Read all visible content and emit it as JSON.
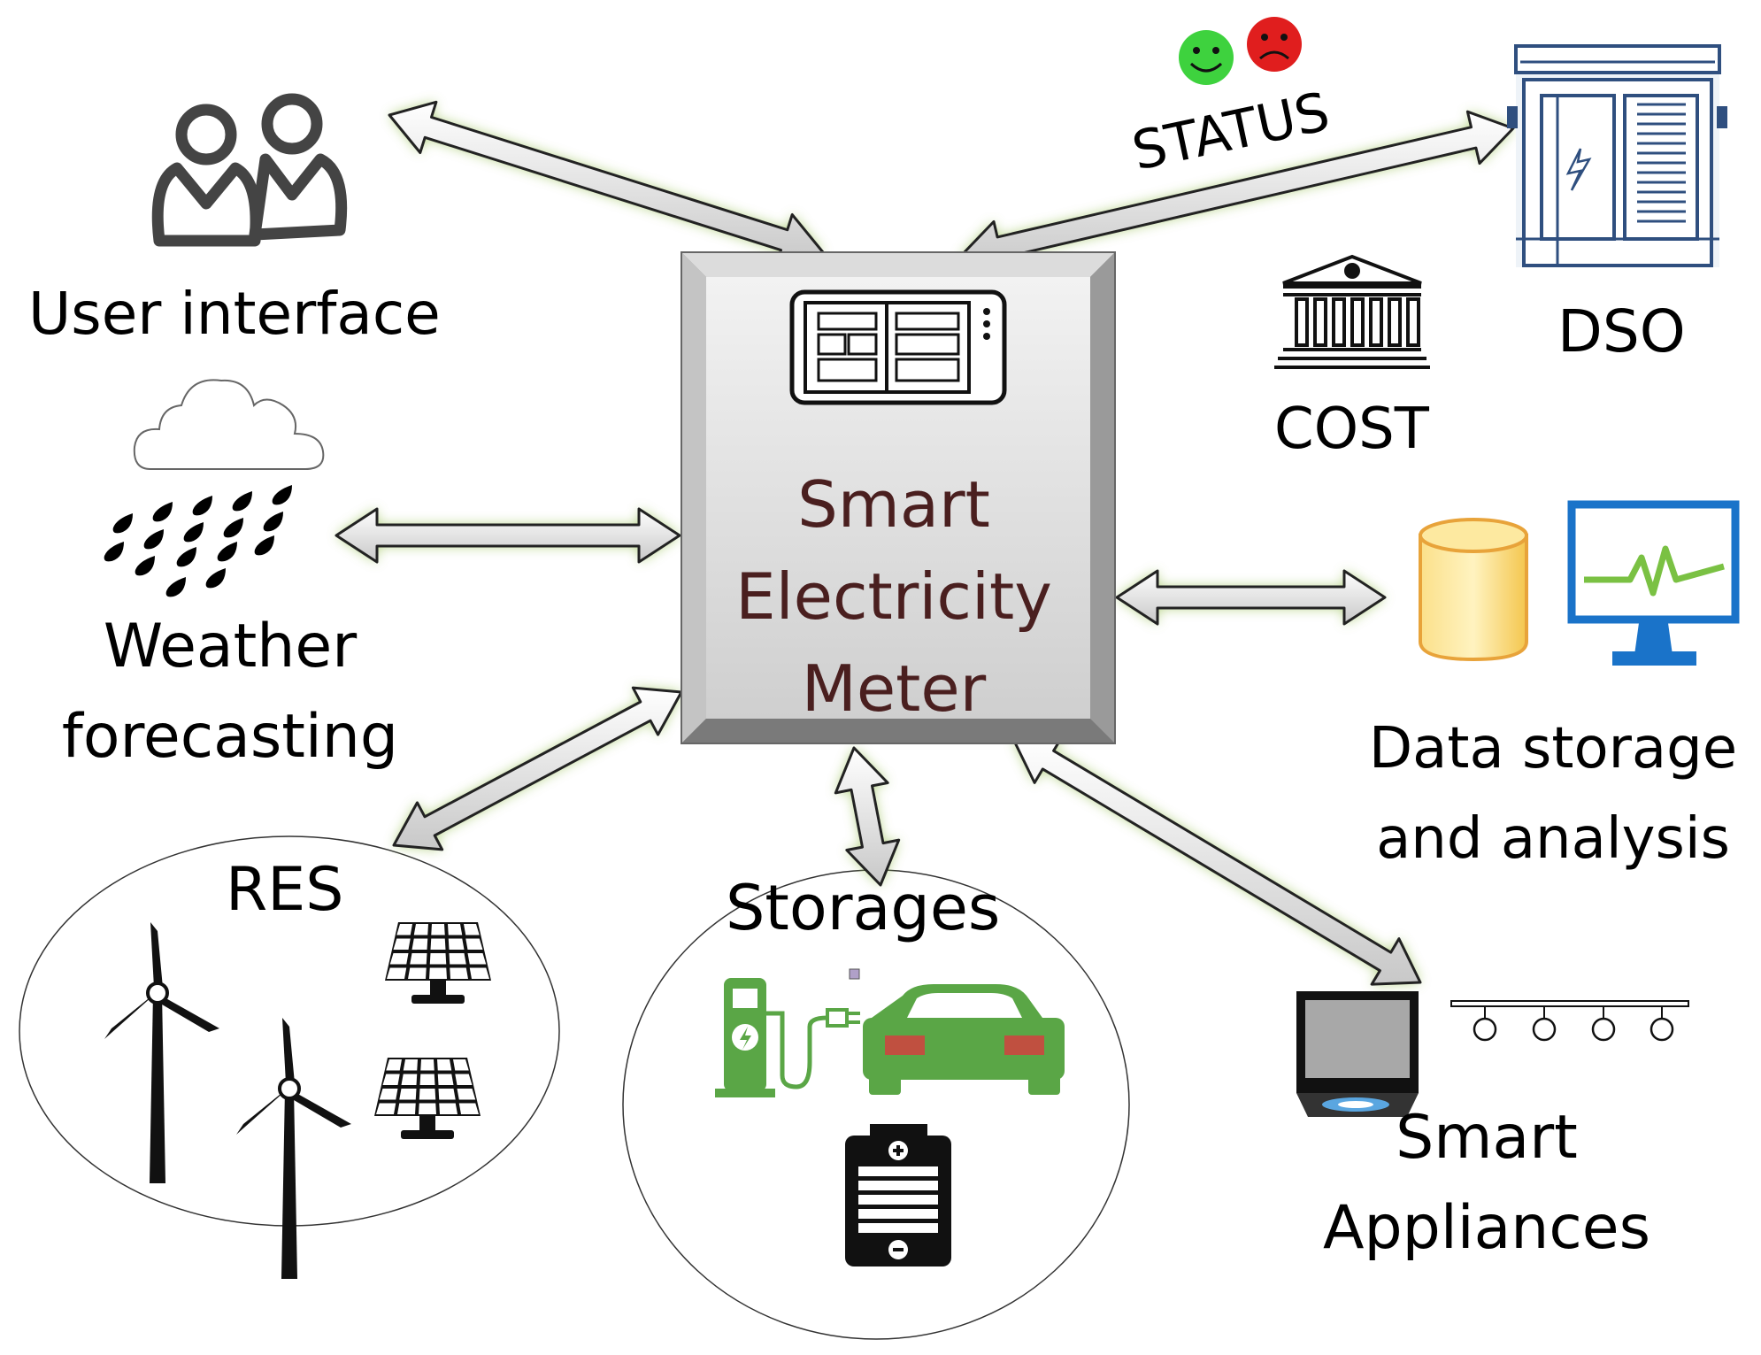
{
  "meter": {
    "lines": [
      "Smart",
      "Electricity",
      "Meter"
    ],
    "text_color": "#4a1f1f",
    "icon": "tablet-meter-icon"
  },
  "nodes": {
    "user_interface": {
      "label": "User interface",
      "icon": "users-icon"
    },
    "weather": {
      "lines": [
        "Weather",
        "forecasting"
      ],
      "icon": "rain-cloud-icon"
    },
    "res": {
      "label": "RES",
      "icons": [
        "wind-turbine-icon",
        "solar-panel-icon"
      ]
    },
    "storages": {
      "label": "Storages",
      "icons": [
        "ev-charger-icon",
        "car-icon",
        "battery-icon"
      ]
    },
    "smart_appliances": {
      "lines": [
        "Smart",
        "Appliances"
      ],
      "icons": [
        "washing-machine-icon",
        "ceiling-lights-icon"
      ]
    },
    "data_storage": {
      "lines": [
        "Data storage",
        "and analysis"
      ],
      "icons": [
        "database-icon",
        "monitor-icon"
      ]
    },
    "dso": {
      "label": "DSO",
      "icon": "substation-icon"
    },
    "cost": {
      "label": "COST",
      "icon": "bank-icon"
    },
    "status": {
      "label": "STATUS",
      "icons": [
        "happy-face-icon",
        "sad-face-icon"
      ]
    }
  },
  "colors": {
    "arrow_glow": "#9bc25a",
    "ev_green": "#5aa646",
    "monitor_blue": "#1a73c9",
    "monitor_line": "#7ac143",
    "database_fill": "#f7d36a",
    "database_stroke": "#e8a33a",
    "happy_green": "#3ed23e",
    "sad_red": "#e01e1e"
  }
}
